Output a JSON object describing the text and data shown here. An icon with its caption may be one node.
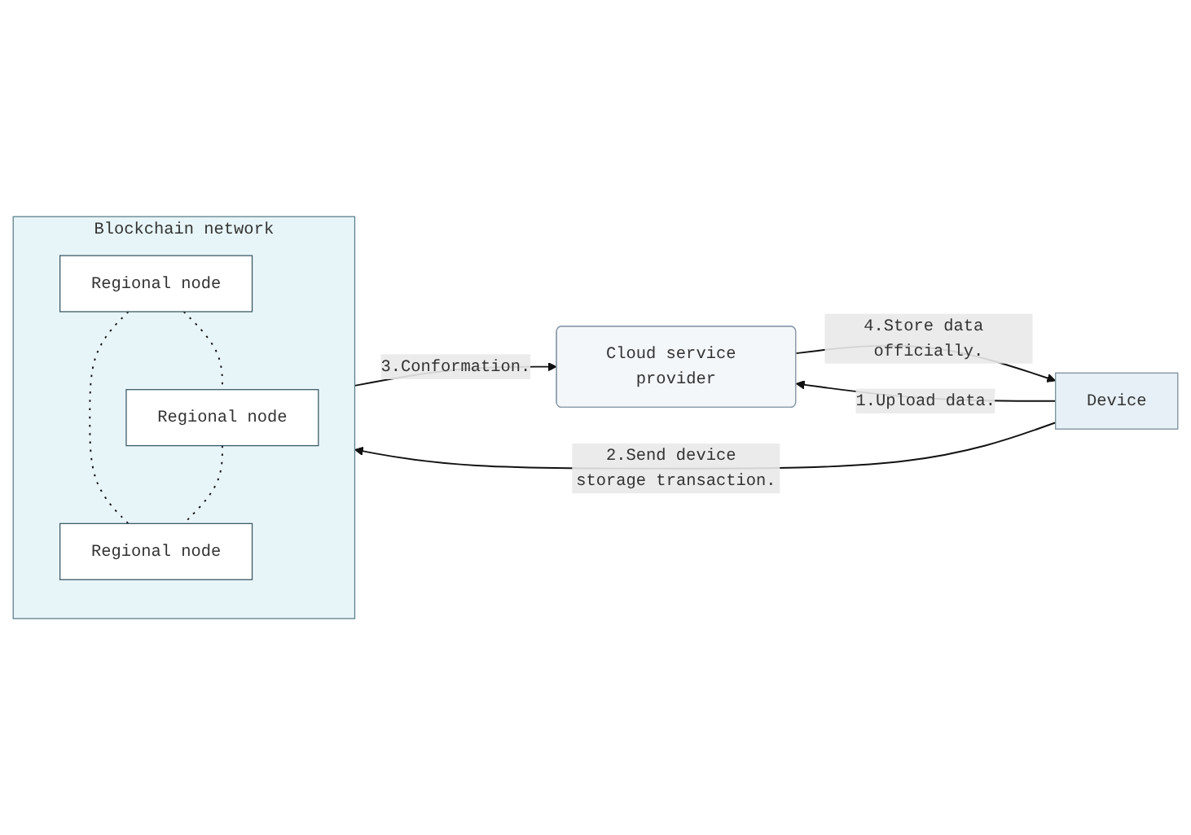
{
  "diagram": {
    "nodes": [
      {
        "text": [
          "Cloud service provider"
        ]
      },
      {
        "text": [
          "Device"
        ]
      },
      {
        "text": [
          "Blockchain network"
        ]
      },
      {
        "text": [
          "Regional node"
        ],
        "in": 2
      },
      {
        "text": [
          "Regional node"
        ],
        "in": 2
      },
      {
        "text": [
          "Regional node"
        ],
        "in": 2
      }
    ],
    "edges": [
      {
        "from": 1,
        "to": 0,
        "arrow": "to",
        "label": "1.Upload data."
      },
      {
        "from": 1,
        "to": 2,
        "arrow": "to",
        "label": "2.Send device storage transaction."
      },
      {
        "from": 2,
        "to": 0,
        "arrow": "to",
        "label": "3.Conformation."
      },
      {
        "from": 0,
        "to": 1,
        "arrow": "to",
        "label": "4.Store data officially."
      },
      {
        "from": 3,
        "to": 4,
        "arrow": "none",
        "style": "dashed"
      },
      {
        "from": 3,
        "to": 5,
        "arrow": "none",
        "style": "dashed"
      },
      {
        "from": 4,
        "to": 5,
        "arrow": "none",
        "style": "dashed"
      }
    ]
  }
}
